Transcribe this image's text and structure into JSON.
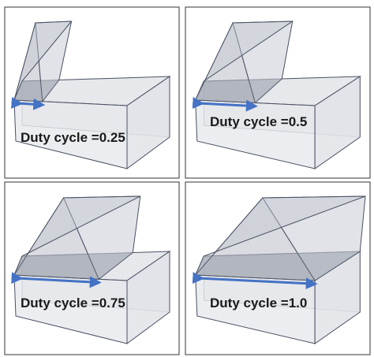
{
  "panels": [
    {
      "duty_cycle": 0.25,
      "label": "Duty cycle =0.25"
    },
    {
      "duty_cycle": 0.5,
      "label": "Duty cycle =0.5"
    },
    {
      "duty_cycle": 0.75,
      "label": "Duty cycle =0.75"
    },
    {
      "duty_cycle": 1.0,
      "label": "Duty cycle =1.0"
    }
  ],
  "colors": {
    "box_fill": "#dcdfe4",
    "box_stroke": "#4a5263",
    "arrow": "#4472c4"
  }
}
